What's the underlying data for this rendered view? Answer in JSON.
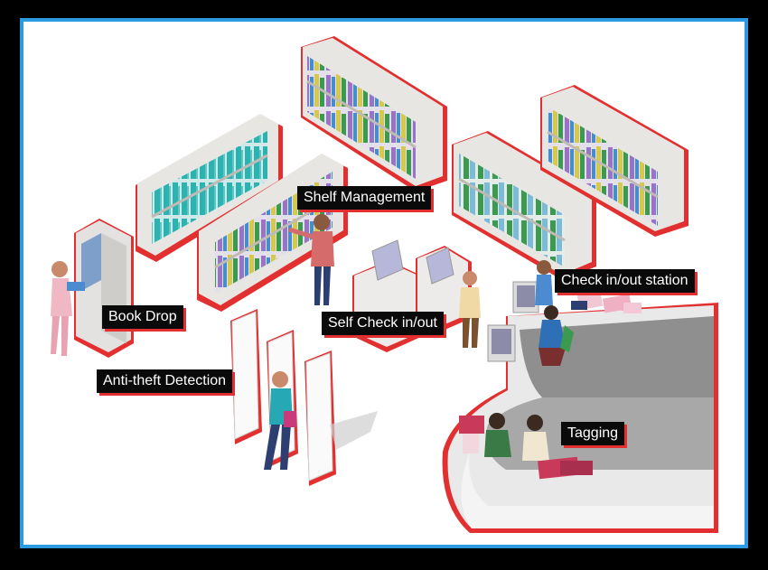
{
  "labels": {
    "shelf_management": "Shelf Management",
    "check_station": "Check in/out station",
    "book_drop": "Book Drop",
    "self_check": "Self Check in/out",
    "anti_theft": "Anti-theft Detection",
    "tagging": "Tagging"
  },
  "colors": {
    "frame_border": "#2a9be0",
    "label_bg": "#0a0a0a",
    "label_shadow": "#e23030",
    "shelf": "#d9d6d2",
    "book_teal": "#2bb3b1",
    "book_purple": "#9b72c9",
    "book_green": "#3a9a4f",
    "book_blue": "#3f8fd8"
  }
}
